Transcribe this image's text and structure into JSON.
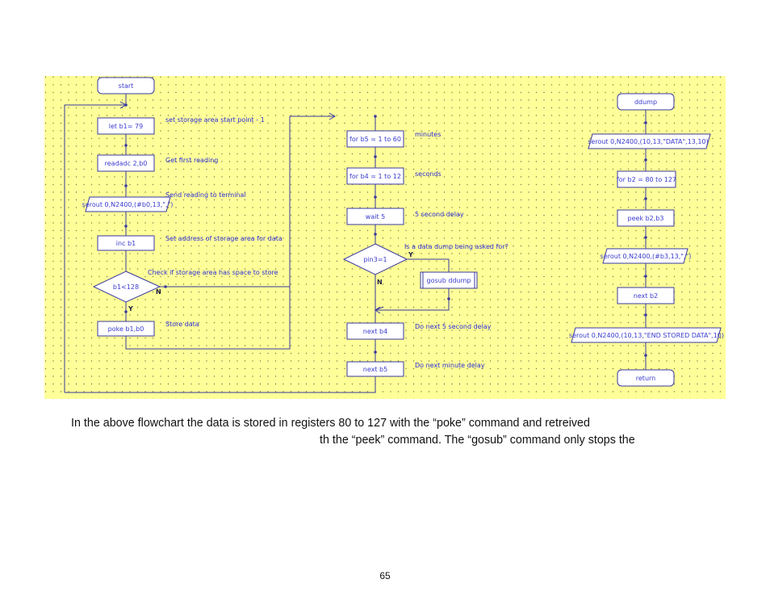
{
  "flowchart": {
    "col1": {
      "start": "start",
      "let_b1": "let b1= 79",
      "readadc": "readadc  2,b0",
      "serout": "serout 0,N2400,(#b0,13,\",\")",
      "inc_b1": "inc b1",
      "decision": "b1<128",
      "poke": "poke b1,b0",
      "label_n": "N",
      "label_y": "Y",
      "notes": {
        "n1": "set storage area start point - 1",
        "n2": "Get first reading",
        "n3": "Send reading to terminal",
        "n4": "Set address of storage area for data",
        "n5": "Check if storage area has space to store",
        "n6": "Store data"
      }
    },
    "col2": {
      "for_b5": "for b5 = 1 to 60",
      "for_b4": "for b4 = 1 to 12",
      "wait": "wait 5",
      "decision": "pin3=1",
      "gosub": "gosub ddump",
      "next_b4": "next b4",
      "next_b5": "next b5",
      "label_y": "Y",
      "label_n": "N",
      "notes": {
        "n1": "minutes",
        "n2": "seconds",
        "n3": "5 second delay",
        "n4": "Is a data dump being asked for?",
        "n5": "Do next 5 second delay",
        "n6": "Do next minute delay"
      }
    },
    "col3": {
      "ddump": "ddump",
      "serout_data": "serout 0,N2400,(10,13,\"DATA\",13,10)",
      "for_b2": "for b2 = 80 to 127",
      "peek": "peek b2,b3",
      "serout_b3": "serout 0,N2400,(#b3,13,\",\")",
      "next_b2": "next b2",
      "serout_end": "serout 0,N2400,(10,13,\"END STORED DATA\",10)",
      "return": "return"
    }
  },
  "caption": {
    "line1": "In the above flowchart the data is stored in registers 80 to 127 with the “poke” command and retreived",
    "line2": "th the “peek” command. The “gosub” command only stops the"
  },
  "page_number": "65",
  "colors": {
    "background": "#ffff99",
    "grid_dot": "#7a7a4a",
    "line": "#3a3aa0",
    "text": "#3a3ad0",
    "annotation": "#2a2ad8"
  }
}
